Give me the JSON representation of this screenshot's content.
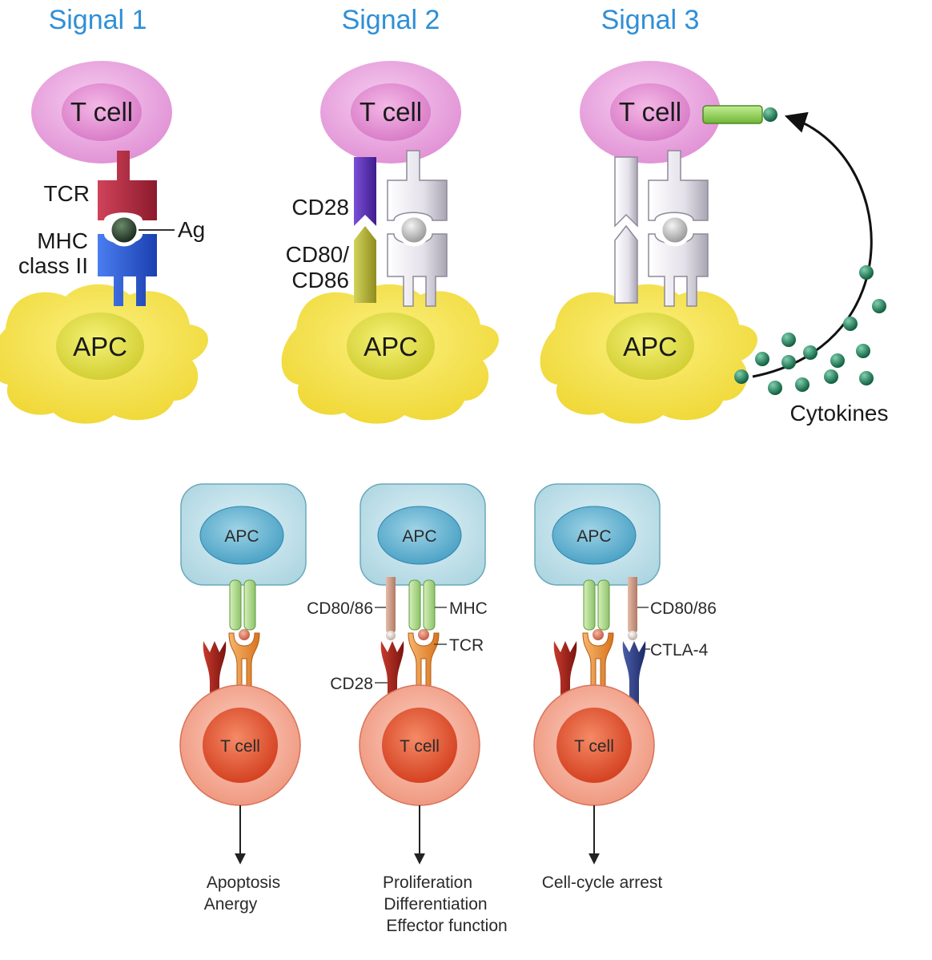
{
  "colors": {
    "title_blue": "#2f8fd6",
    "tcell_pink": "#e9a3df",
    "apc_yellow": "#f3e24e",
    "tcr_red": "#b3283d",
    "mhc_blue": "#2f5fd8",
    "cd28_purple": "#5a2fb5",
    "cd80_olive": "#b9b838",
    "cytokine_green": "#1e7a58",
    "apc_box_blue": "#c7e4ec",
    "tcell_salmon": "#f2a48e"
  },
  "top": {
    "signal1": {
      "title": "Signal 1",
      "tcell": "T cell",
      "apc": "APC",
      "tcr": "TCR",
      "mhc_line1": "MHC",
      "mhc_line2": "class II",
      "ag": "Ag"
    },
    "signal2": {
      "title": "Signal 2",
      "tcell": "T cell",
      "apc": "APC",
      "cd28": "CD28",
      "cd80_line1": "CD80/",
      "cd80_line2": "CD86"
    },
    "signal3": {
      "title": "Signal 3",
      "tcell": "T cell",
      "apc": "APC",
      "cytokines": "Cytokines"
    }
  },
  "bottom": {
    "panel1": {
      "apc": "APC",
      "tcell": "T cell",
      "outcome_line1": "Apoptosis",
      "outcome_line2": "Anergy"
    },
    "panel2": {
      "apc": "APC",
      "tcell": "T cell",
      "cd80": "CD80/86",
      "mhc": "MHC",
      "tcr": "TCR",
      "cd28": "CD28",
      "outcome_line1": "Proliferation",
      "outcome_line2": "Differentiation",
      "outcome_line3": "Effector function"
    },
    "panel3": {
      "apc": "APC",
      "tcell": "T cell",
      "cd80": "CD80/86",
      "ctla4": "CTLA-4",
      "outcome_line1": "Cell-cycle arrest"
    }
  }
}
